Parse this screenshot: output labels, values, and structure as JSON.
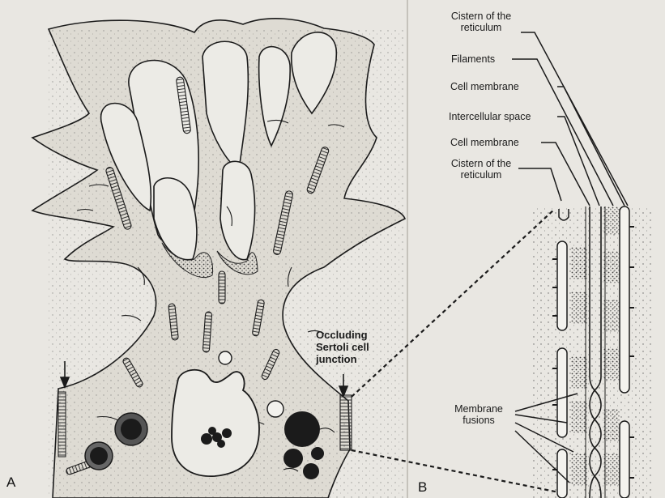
{
  "panel_a_label": "A",
  "panel_b_label": "B",
  "panel_a": {
    "occluding_junction": [
      "Occluding",
      "Sertoli cell",
      "junction"
    ]
  },
  "panel_b": {
    "labels": [
      [
        "Cistern of the",
        "reticulum"
      ],
      [
        "Filaments"
      ],
      [
        "Cell membrane"
      ],
      [
        "Intercellular space"
      ],
      [
        "Cell  membrane"
      ],
      [
        "Cistern of the",
        "reticulum"
      ]
    ],
    "membrane_fusions": [
      "Membrane",
      "fusions"
    ]
  },
  "colors": {
    "background": "#e9e7e2",
    "cytoplasm": "#dedbd3",
    "ink": "#1b1b1b"
  }
}
